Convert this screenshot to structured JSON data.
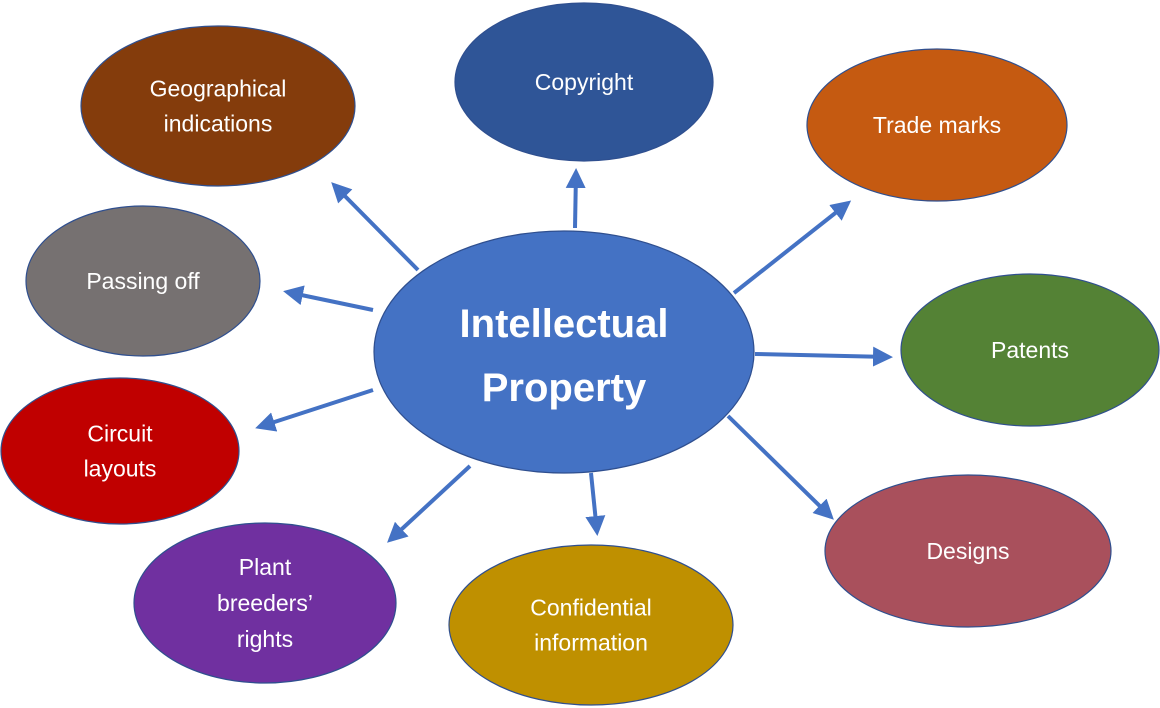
{
  "diagram": {
    "hub": {
      "lines": [
        "Intellectual",
        "Property"
      ],
      "color": "#4472c4"
    },
    "nodes": [
      {
        "id": "copyright",
        "lines": [
          "Copyright"
        ],
        "color": "#2f5597"
      },
      {
        "id": "trade-marks",
        "lines": [
          "Trade marks"
        ],
        "color": "#c55a11"
      },
      {
        "id": "patents",
        "lines": [
          "Patents"
        ],
        "color": "#548235"
      },
      {
        "id": "designs",
        "lines": [
          "Designs"
        ],
        "color": "#a9505c"
      },
      {
        "id": "confidential-information",
        "lines": [
          "Confidential",
          "information"
        ],
        "color": "#bf9000"
      },
      {
        "id": "plant-breeders-rights",
        "lines": [
          "Plant",
          "breeders’",
          "rights"
        ],
        "color": "#7030a0"
      },
      {
        "id": "circuit-layouts",
        "lines": [
          "Circuit",
          "layouts"
        ],
        "color": "#c00000"
      },
      {
        "id": "passing-off",
        "lines": [
          "Passing off"
        ],
        "color": "#767171"
      },
      {
        "id": "geographical-indications",
        "lines": [
          "Geographical",
          "indications"
        ],
        "color": "#843c0c"
      }
    ],
    "arrow_color": "#4472c4"
  }
}
